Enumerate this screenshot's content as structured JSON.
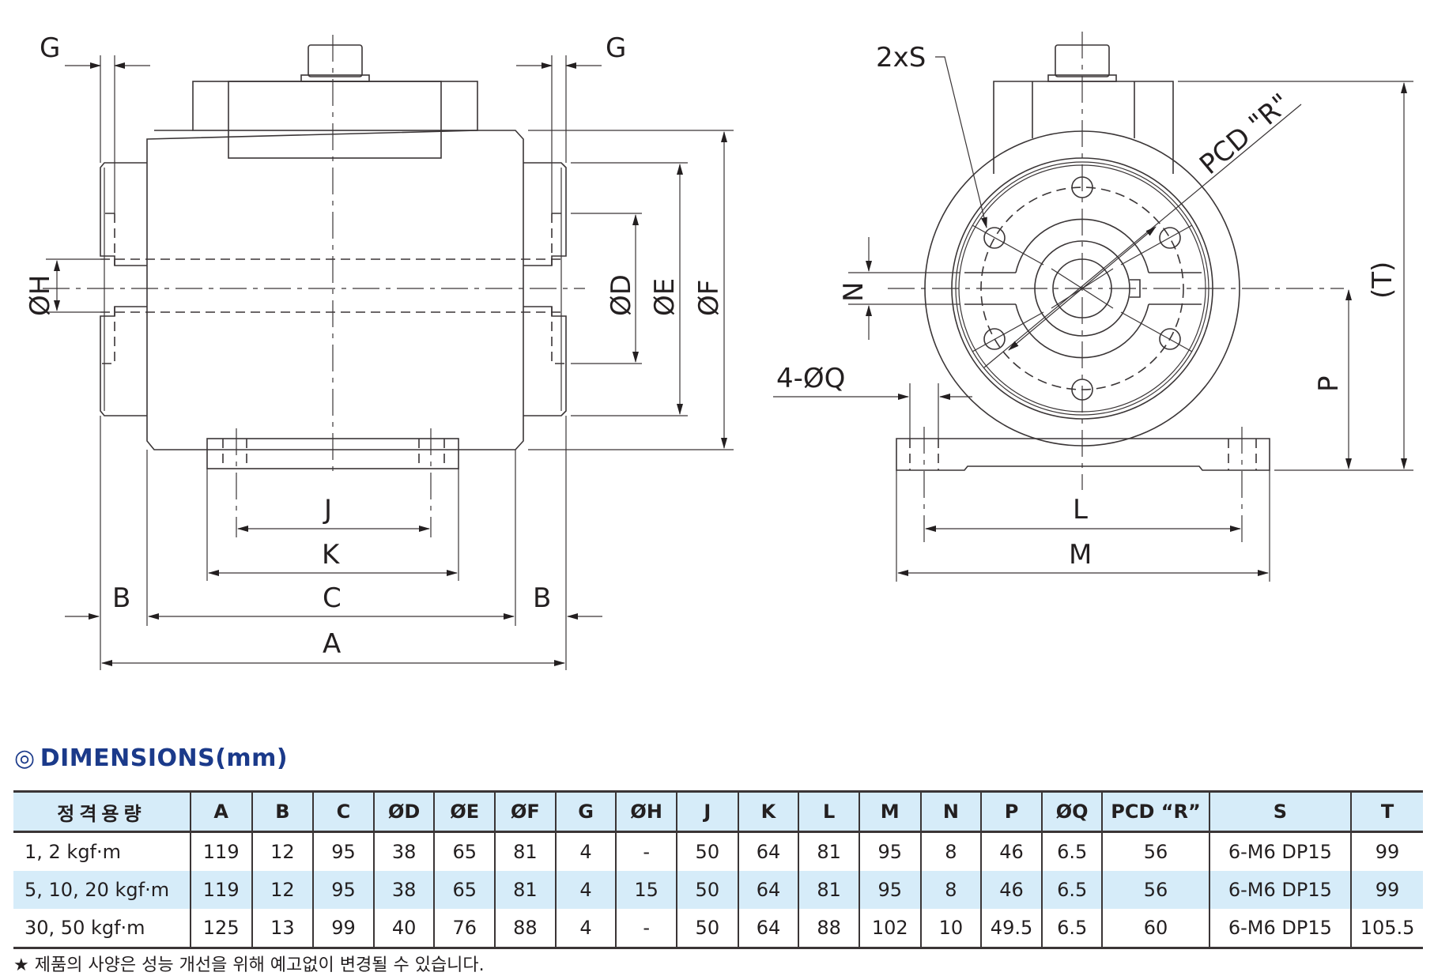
{
  "drawing": {
    "side_view_labels": {
      "g_left": "G",
      "g_right": "G",
      "phi_h": "ØH",
      "phi_d": "ØD",
      "phi_e": "ØE",
      "phi_f": "ØF",
      "j": "J",
      "k": "K",
      "c": "C",
      "b_left": "B",
      "b_right": "B",
      "a": "A"
    },
    "front_view_labels": {
      "two_x_s": "2xS",
      "pcd_r": "PCD \"R\"",
      "n": "N",
      "four_phi_q": "4-ØQ",
      "p": "P",
      "t": "(T)",
      "l": "L",
      "m": "M"
    }
  },
  "dimensions": {
    "title_mark": "◎",
    "title": "DIMENSIONS(mm)",
    "columns": [
      "정격용량",
      "A",
      "B",
      "C",
      "ØD",
      "ØE",
      "ØF",
      "G",
      "ØH",
      "J",
      "K",
      "L",
      "M",
      "N",
      "P",
      "ØQ",
      "PCD “R”",
      "S",
      "T"
    ],
    "rows": [
      {
        "model": "1, 2 kgf·m",
        "values": [
          "119",
          "12",
          "95",
          "38",
          "65",
          "81",
          "4",
          "-",
          "50",
          "64",
          "81",
          "95",
          "8",
          "46",
          "6.5",
          "56",
          "6-M6 DP15",
          "99"
        ]
      },
      {
        "model": "5, 10, 20 kgf·m",
        "values": [
          "119",
          "12",
          "95",
          "38",
          "65",
          "81",
          "4",
          "15",
          "50",
          "64",
          "81",
          "95",
          "8",
          "46",
          "6.5",
          "56",
          "6-M6 DP15",
          "99"
        ]
      },
      {
        "model": "30, 50 kgf·m",
        "values": [
          "125",
          "13",
          "99",
          "40",
          "76",
          "88",
          "4",
          "-",
          "50",
          "64",
          "88",
          "102",
          "10",
          "49.5",
          "6.5",
          "60",
          "6-M6 DP15",
          "105.5"
        ]
      }
    ],
    "footnote": "★ 제품의 사양은 성능 개선을 위해 예고없이 변경될 수 있습니다."
  },
  "colors": {
    "title": "#1b3a8a",
    "header_fill": "#d6ecf9",
    "line": "#3a3536"
  }
}
